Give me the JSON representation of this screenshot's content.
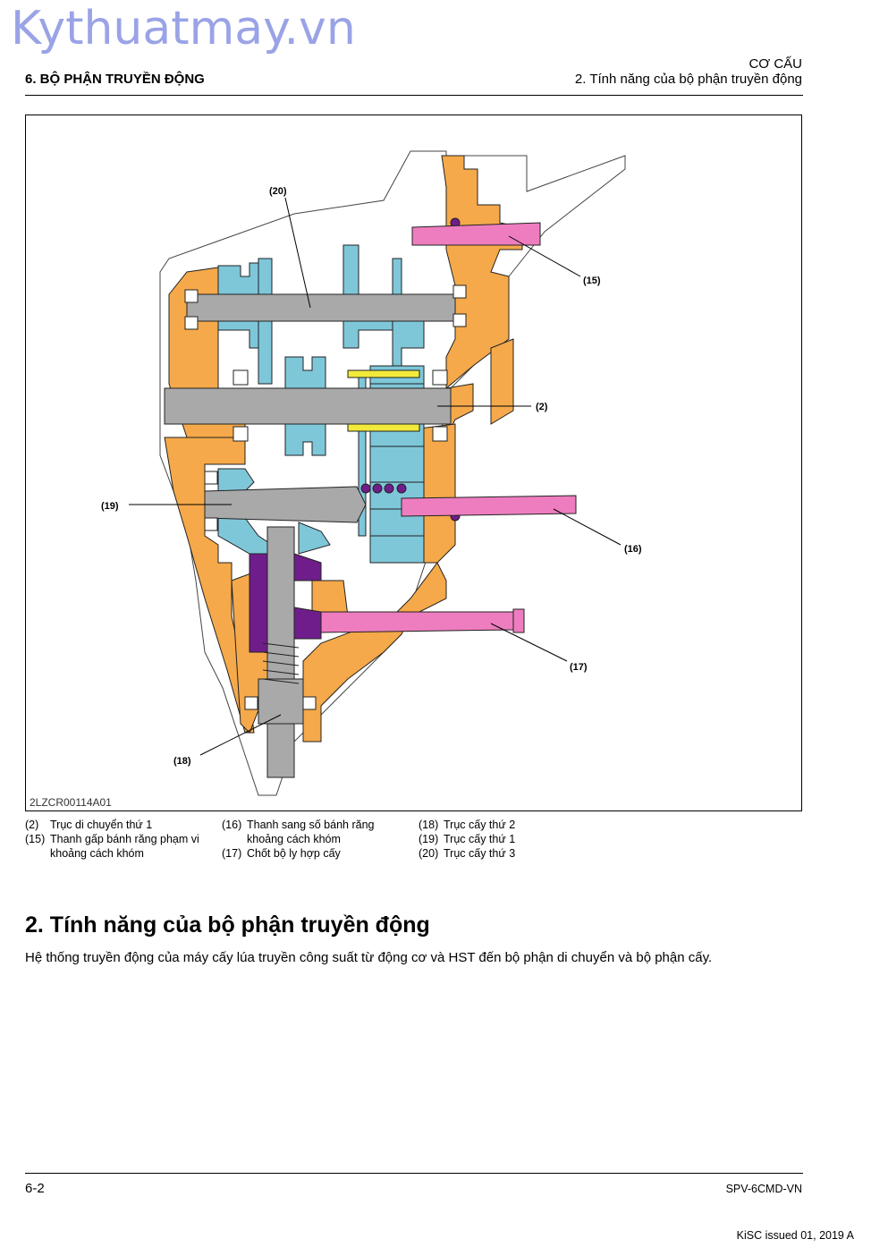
{
  "watermark": "Kythuatmay.vn",
  "header": {
    "chapter": "6. BỘ PHẬN TRUYỀN ĐỘNG",
    "category": "CƠ CẤU",
    "section": "2. Tính năng của bộ phận truyền động"
  },
  "figure": {
    "code": "2LZCR00114A01",
    "callouts": {
      "c20": "(20)",
      "c15": "(15)",
      "c2": "(2)",
      "c19": "(19)",
      "c16": "(16)",
      "c17": "(17)",
      "c18": "(18)"
    },
    "colors": {
      "housing": "#f5a94a",
      "gears": "#7ec7d9",
      "shafts": "#a9a9a9",
      "forks": "#ee7dbf",
      "collar": "#6f1d8a",
      "sleeve": "#f2ea3a"
    }
  },
  "legend": {
    "col1": [
      {
        "num": "(2)",
        "text": "Trục di chuyển thứ 1"
      },
      {
        "num": "(15)",
        "text": "Thanh gấp bánh răng phạm vi",
        "cont": "khoảng cách khóm"
      }
    ],
    "col2": [
      {
        "num": "(16)",
        "text": "Thanh sang số bánh răng",
        "cont": "khoảng cách khóm"
      },
      {
        "num": "(17)",
        "text": "Chốt bộ ly hợp cấy"
      }
    ],
    "col3": [
      {
        "num": "(18)",
        "text": "Trục cấy thứ 2"
      },
      {
        "num": "(19)",
        "text": "Trục cấy thứ 1"
      },
      {
        "num": "(20)",
        "text": "Trục cấy thứ 3"
      }
    ]
  },
  "section": {
    "title": "2. Tính năng của bộ phận truyền động",
    "body": "Hệ thống truyền động của máy cấy lúa truyền công suất từ động cơ và HST đến bộ phận di chuyển và bộ phận cấy."
  },
  "footer": {
    "page": "6-2",
    "doc_code": "SPV-6CMD-VN",
    "issue": "KiSC issued 01, 2019 A"
  }
}
